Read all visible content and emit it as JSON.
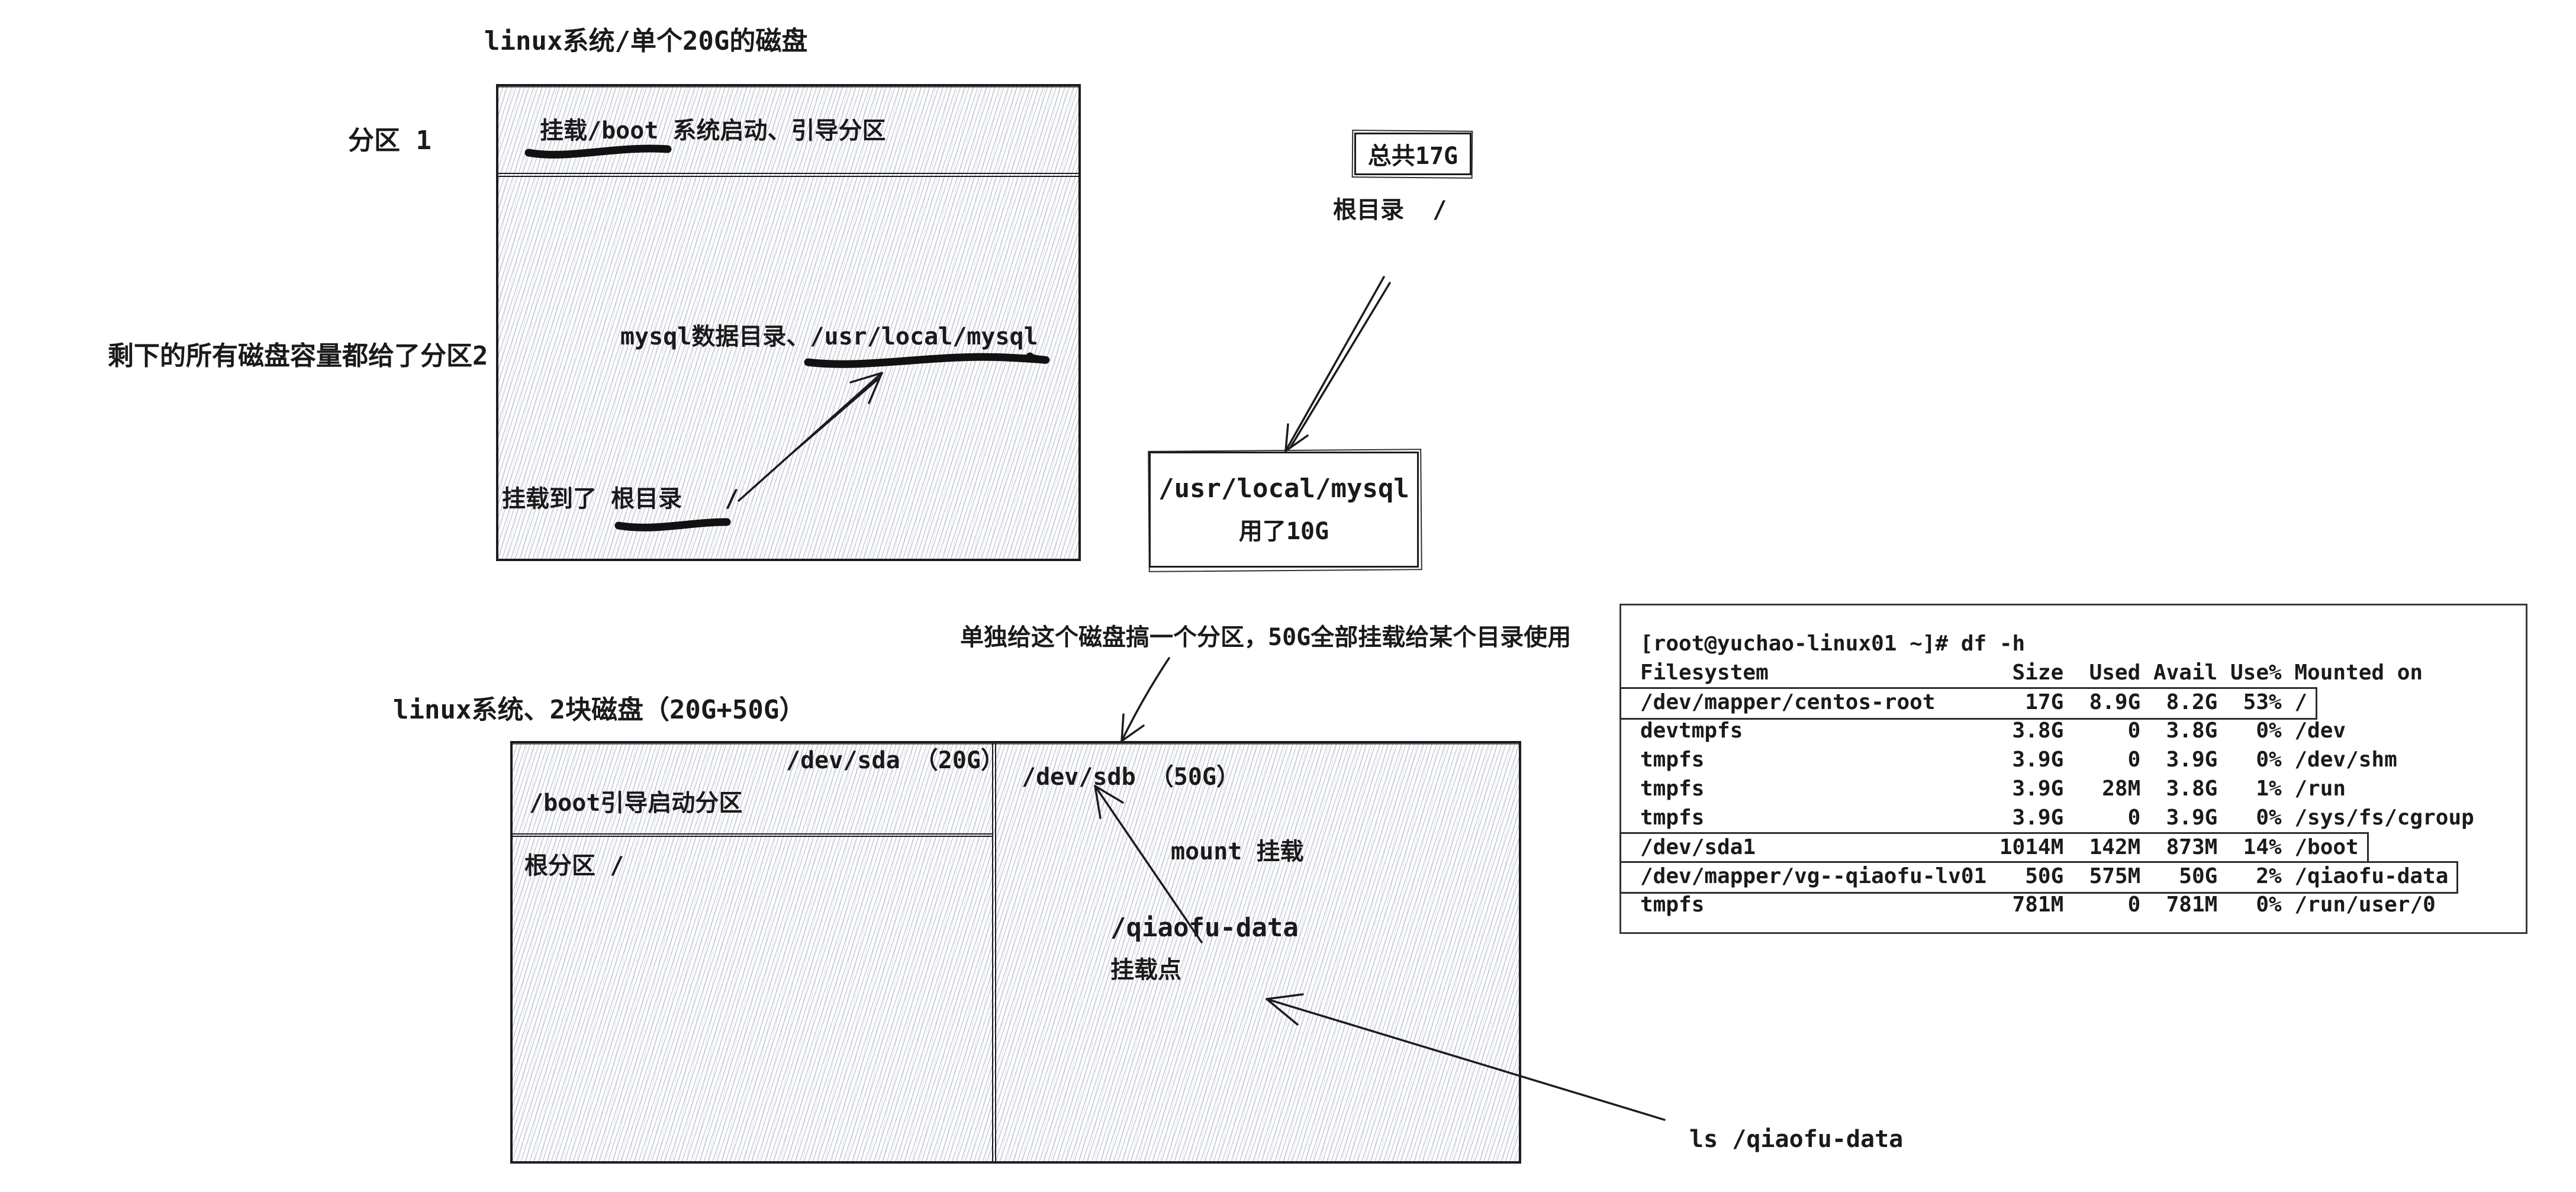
{
  "colors": {
    "ink": "#1a1a1a",
    "hatch": "#949eb6",
    "terminal_border": "#3a3a3a",
    "paper": "#ffffff"
  },
  "disk1": {
    "title": "linux系统/单个20G的磁盘",
    "partition1_label": "分区 1",
    "partition2_label": "剩下的所有磁盘容量都给了分区2",
    "partition1_text": "挂载/boot 系统启动、引导分区",
    "partition2_mysql_text": "mysql数据目录、/usr/local/mysql",
    "partition2_mount_text": "挂载到了 根目录   /"
  },
  "usage_note": {
    "total": "总共17G",
    "root_dir": "根目录  /",
    "mysql_path": "/usr/local/mysql",
    "mysql_used": "用了10G"
  },
  "disk2": {
    "annotation": "单独给这个磁盘搞一个分区，50G全部挂载给某个目录使用",
    "title": "linux系统、2块磁盘（20G+50G）",
    "sda_label": "/dev/sda （20G）",
    "sda_boot_text": "/boot引导启动分区",
    "sda_root_text": "根分区 /",
    "sdb_label": "/dev/sdb （50G）",
    "mount_text": "mount 挂载",
    "mountpoint_path": "/qiaofu-data",
    "mountpoint_label": "挂载点",
    "ls_command": "ls /qiaofu-data"
  },
  "terminal": {
    "lines": [
      "[root@yuchao-linux01 ~]# df -h",
      "Filesystem                   Size  Used Avail Use% Mounted on",
      "/dev/mapper/centos-root       17G  8.9G  8.2G  53% /",
      "devtmpfs                     3.8G     0  3.8G   0% /dev",
      "tmpfs                        3.9G     0  3.9G   0% /dev/shm",
      "tmpfs                        3.9G   28M  3.8G   1% /run",
      "tmpfs                        3.9G     0  3.9G   0% /sys/fs/cgroup",
      "/dev/sda1                   1014M  142M  873M  14% /boot",
      "/dev/mapper/vg--qiaofu-lv01   50G  575M   50G   2% /qiaofu-data",
      "tmpfs                        781M     0  781M   0% /run/user/0"
    ],
    "highlighted_rows": [
      2,
      7,
      8
    ]
  }
}
